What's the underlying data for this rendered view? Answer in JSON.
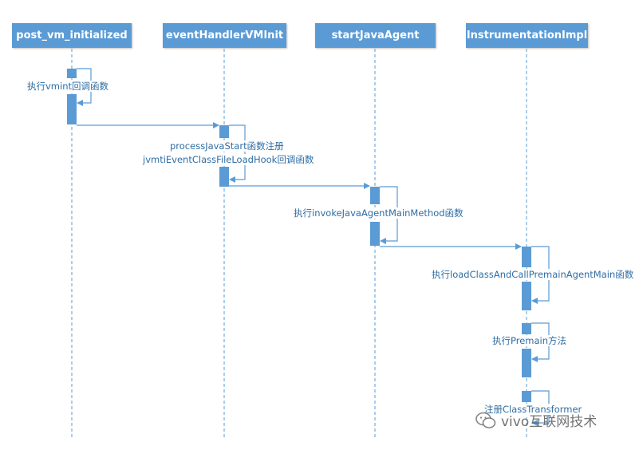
{
  "diagram": {
    "actors": {
      "a1": "post_vm_initialized",
      "a2": "eventHandlerVMInit",
      "a3": "startJavaAgent",
      "a4": "InstrumentationImpl"
    },
    "messages": {
      "m1": "执行vmint回调函数",
      "m2a": "processJavaStart函数注册",
      "m2b": "jvmtiEventClassFileLoadHook回调函数",
      "m3": "执行invokeJavaAgentMainMethod函数",
      "m4": "执行loadClassAndCallPremainAgentMain函数",
      "m5": "执行Premain方法",
      "m6": "注册ClassTransformer"
    },
    "colors": {
      "actor_fill": "#5b9bd5",
      "line": "#5b9bd5",
      "text": "#2e6da4"
    }
  },
  "watermark": {
    "text": "vivo互联网技术",
    "logo_icon": "wechat-logo-icon"
  }
}
